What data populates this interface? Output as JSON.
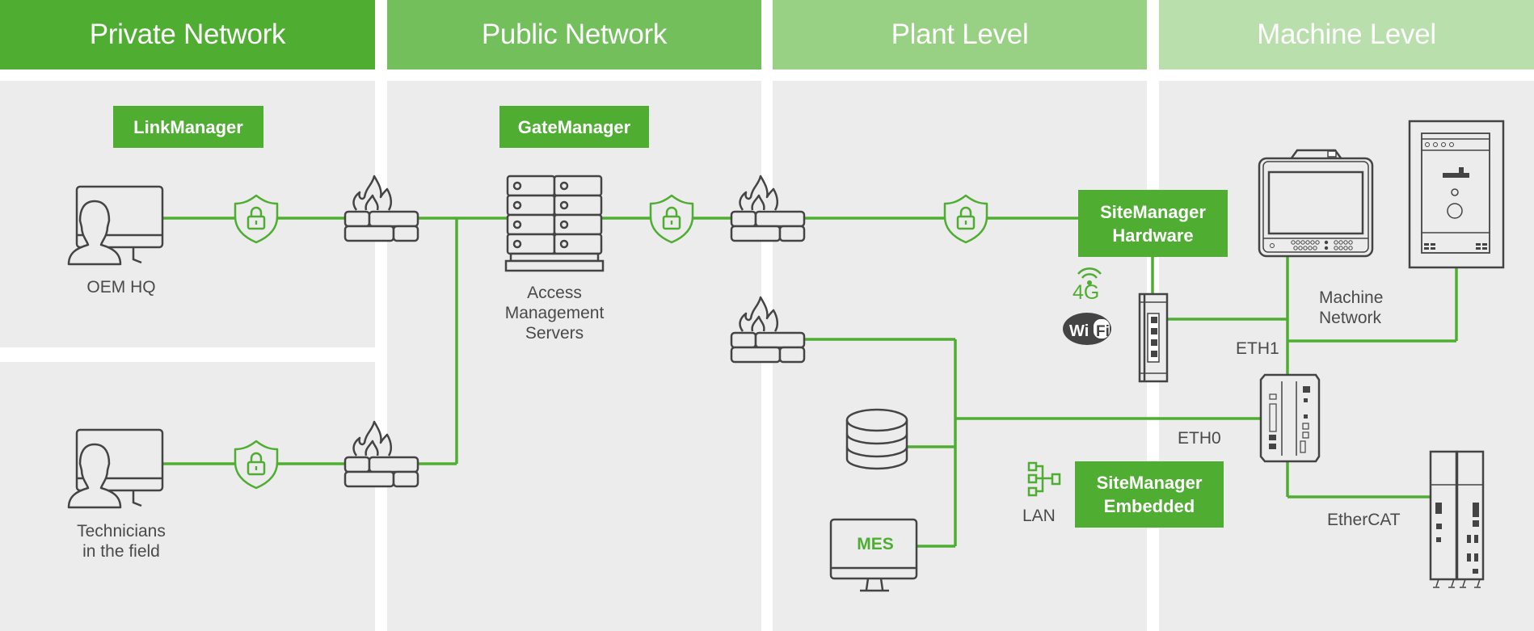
{
  "colors": {
    "accent": "#4fae32",
    "header_private": "#4fae32",
    "header_public": "#73bf5c",
    "header_plant": "#98d084",
    "header_machine": "#b9dfac",
    "panel_bg": "#ececec",
    "icon_stroke": "#444444"
  },
  "headers": [
    {
      "label": "Private Network"
    },
    {
      "label": "Public Network"
    },
    {
      "label": "Plant Level"
    },
    {
      "label": "Machine Level"
    }
  ],
  "products": {
    "link_manager": "LinkManager",
    "gate_manager": "GateManager",
    "site_manager_hw_line1": "SiteManager",
    "site_manager_hw_line2": "Hardware",
    "site_manager_emb_line1": "SiteManager",
    "site_manager_emb_line2": "Embedded"
  },
  "labels": {
    "oem_hq": "OEM HQ",
    "technicians_line1": "Technicians",
    "technicians_line2": "in the field",
    "access_line1": "Access",
    "access_line2": "Management",
    "access_line3": "Servers",
    "mes": "MES",
    "four_g": "4G",
    "wifi": "WiFi",
    "lan": "LAN",
    "machine_network_line1": "Machine",
    "machine_network_line2": "Network",
    "eth1": "ETH1",
    "eth0": "ETH0",
    "ethercat": "EtherCAT"
  }
}
